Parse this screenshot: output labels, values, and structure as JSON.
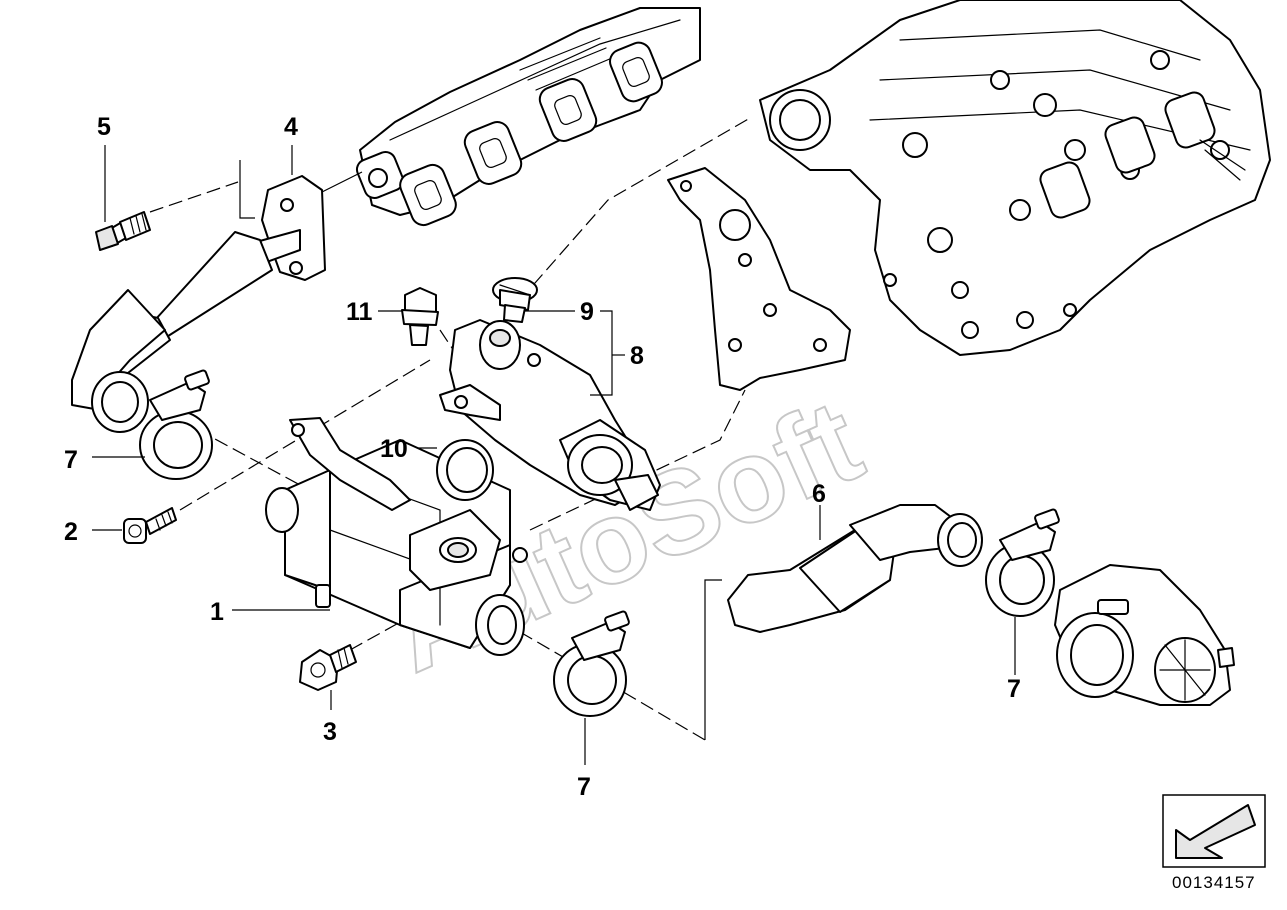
{
  "diagram": {
    "reference_number": "00134157",
    "watermark_text": "AutoSoft",
    "callouts": [
      {
        "id": "c1",
        "label": "1",
        "part": "egr-cooler"
      },
      {
        "id": "c2",
        "label": "2",
        "part": "cap-screw"
      },
      {
        "id": "c3",
        "label": "3",
        "part": "flange-bolt"
      },
      {
        "id": "c4",
        "label": "4",
        "part": "egr-pipe-upper"
      },
      {
        "id": "c5",
        "label": "5",
        "part": "bolt"
      },
      {
        "id": "c6",
        "label": "6",
        "part": "egr-pipe-lower"
      },
      {
        "id": "c7a",
        "label": "7",
        "part": "hose-clamp"
      },
      {
        "id": "c7b",
        "label": "7",
        "part": "hose-clamp"
      },
      {
        "id": "c7c",
        "label": "7",
        "part": "hose-clamp"
      },
      {
        "id": "c8",
        "label": "8",
        "part": "thermostat-housing-assembly"
      },
      {
        "id": "c9",
        "label": "9",
        "part": "bleeder-screw"
      },
      {
        "id": "c10",
        "label": "10",
        "part": "gasket"
      },
      {
        "id": "c11",
        "label": "11",
        "part": "plug-screw"
      }
    ]
  }
}
